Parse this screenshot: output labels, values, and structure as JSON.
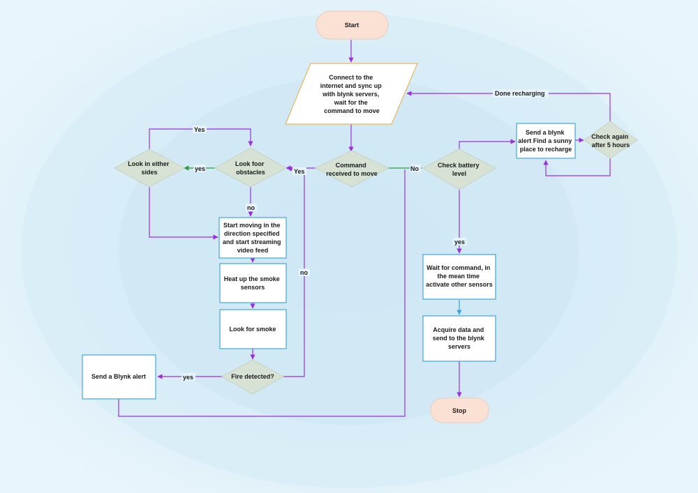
{
  "nodes": {
    "start": "Start",
    "connect": [
      "Connect to the",
      "internet and sync up",
      "with blynk servers,",
      "wait for the",
      "command to move"
    ],
    "command": [
      "Command",
      "received to move"
    ],
    "battery": [
      "Check battery",
      "level"
    ],
    "send_recharge": [
      "Send a blynk",
      "alert Find a sunny",
      "place to recharge"
    ],
    "check_again": [
      "Check again",
      "after 5 hours"
    ],
    "look_obstacles": [
      "Look foor",
      "obstacles"
    ],
    "look_sides": [
      "Look in either",
      "sides"
    ],
    "start_moving": [
      "Start moving in the",
      "direction specified",
      "and start streaming",
      "video feed"
    ],
    "heat": [
      "Heat up the smoke",
      "sensors"
    ],
    "look_smoke": "Look for smoke",
    "fire": "Fire detected?",
    "send_alert": "Send a Blynk alert",
    "wait_cmd": [
      "Wait for command, in",
      "the mean time",
      "activate other sensors"
    ],
    "acquire": [
      "Acquire data and",
      "send to the blynk",
      "servers"
    ],
    "stop": "Stop"
  },
  "edge_labels": {
    "done_recharging": "Done recharging",
    "yes_top": "Yes",
    "yes_sides": "yes",
    "yes_cmd": "Yes",
    "no_cmd": "No",
    "no_obstacles": "no",
    "no_fire": "no",
    "yes_fire": "yes",
    "yes_battery": "yes"
  },
  "colors": {
    "background": "#e3f2fa",
    "terminal_fill": "#fbe0d4",
    "decision_fill": "#d7e2d4",
    "process_border": "#41a6d8",
    "io_border": "#e6b65e",
    "edge_purple": "#9b2fe0",
    "edge_green": "#2e9a3e",
    "edge_blue": "#3aa0e0"
  }
}
